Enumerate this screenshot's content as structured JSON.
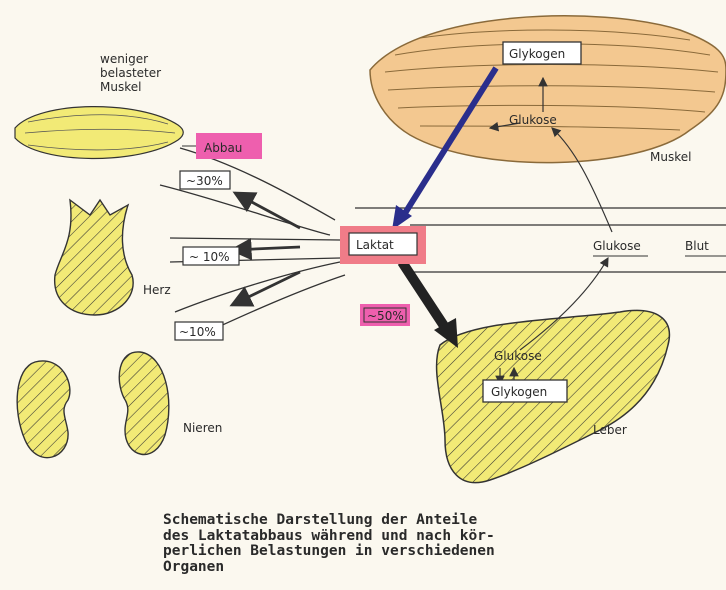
{
  "labels": {
    "muscle_small_line1": "weniger",
    "muscle_small_line2": "belasteter",
    "muscle_small_line3": "Muskel",
    "abbau": "Abbau",
    "pct_30": "~30%",
    "pct_10a": "~ 10%",
    "pct_10b": "~10%",
    "herz": "Herz",
    "nieren": "Nieren",
    "laktat": "Laktat",
    "pct_50": "~50%",
    "glykogen_muscle": "Glykogen",
    "glukose_muscle": "Glukose",
    "muskel": "Muskel",
    "glukose_blood": "Glukose",
    "blut": "Blut",
    "glukose_liver": "Glukose",
    "glykogen_liver": "Glykogen",
    "leber": "Leber"
  },
  "caption": "Schematische Darstellung der Anteile\ndes Laktatabbaus während und nach kör-\nperlichen Belastungen in verschiedenen\nOrganen",
  "colors": {
    "organ_yellow": "#f2ea76",
    "highlight_pink": "#ee5fae",
    "laktat_pink": "#f07c88",
    "blue_arrow": "#2a2e8c",
    "muscle_orange": "#f3c890"
  }
}
